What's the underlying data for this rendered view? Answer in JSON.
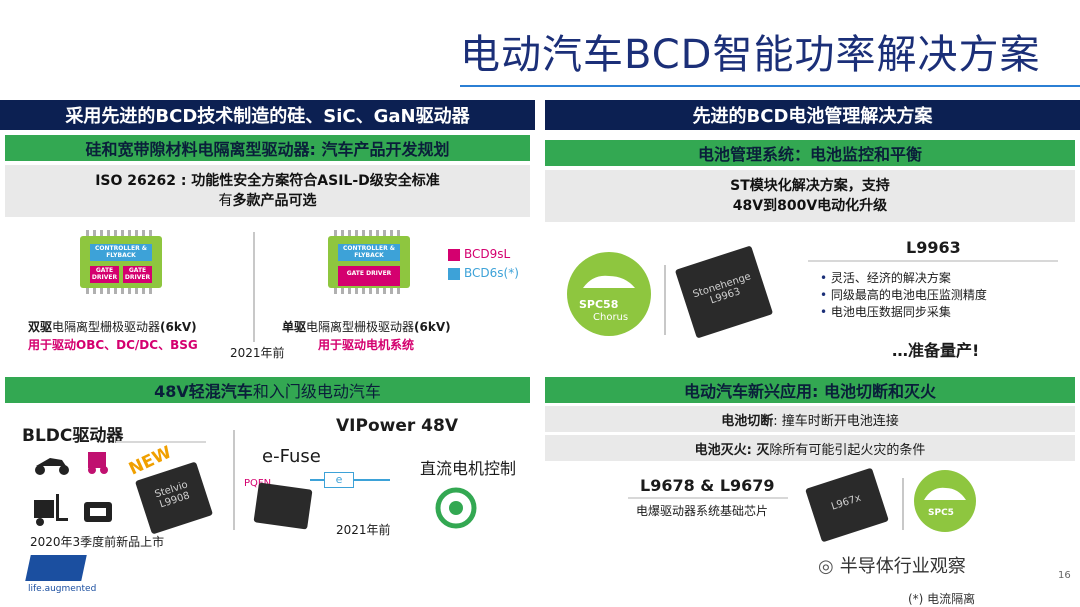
{
  "title": "电动汽车BCD智能功率解决方案",
  "left": {
    "header": "采用先进的BCD技术制造的硅、SiC、GaN驱动器",
    "sub1": "硅和宽带隙材料电隔离型驱动器: 汽车产品开发规划",
    "iso_line1": "ISO 26262 : 功能性安全方案符合ASIL-D级安全标准",
    "iso_line2_a": "有",
    "iso_line2_b": "多款产品可选",
    "chip_ctrl": "CONTROLLER & FLYBACK",
    "chip_gate": "GATE DRIVER",
    "legend1": "BCD9sL",
    "legend2": "BCD6s(*)",
    "dual_a": "双驱",
    "dual_b": "电隔离型栅极驱动器",
    "dual_c": "(6kV)",
    "dual_use": "用于驱动OBC、DC/DC、BSG",
    "single_a": "单驱",
    "single_b": "电隔离型栅极驱动器",
    "single_c": "(6kV)",
    "single_use": "用于驱动电机系统",
    "year1": "2021年前",
    "sub2_a": "48V轻混汽车",
    "sub2_b": "和入门级电动汽车",
    "bldc": "BLDC驱动器",
    "new": "NEW",
    "chip_steva": "Stelvio L9908",
    "vipower": "VIPower 48V",
    "efuse": "e-Fuse",
    "pqfn": "PQFN",
    "e_label": "e",
    "dc_motor": "直流电机控制",
    "year2": "2021年前",
    "q3": "2020年3季度前新品上市",
    "logo_tag": "life.augmented"
  },
  "right": {
    "header": "先进的BCD电池管理解决方案",
    "sub1": "电池管理系统：电池监控和平衡",
    "st_line1": "ST模块化解决方案，支持",
    "st_line2": "48V到800V电动化升级",
    "spc58": "SPC58",
    "chorus": "Chorus",
    "chip1": "Stonehenge L9963",
    "part": "L9963",
    "bullets": [
      "灵活、经济的解决方案",
      "同级最高的电池电压监测精度",
      "电池电压数据同步采集"
    ],
    "ready": "…准备量产!",
    "sub2": "电动汽车新兴应用: 电池切断和灭火",
    "cut_a": "电池切断",
    "cut_b": ": 撞车时断开电池连接",
    "fire_a": "电池灭火: 灭",
    "fire_b": "除所有可能引起火灾的条件",
    "parts2": "L9678 & L9679",
    "parts2_desc": "电爆驱动器系统基础芯片",
    "chip2": "L967x",
    "spc5": "SPC5"
  },
  "watermark": "半导体行业观察",
  "page_num": "16",
  "footnote": "(*) 电流隔离",
  "colors": {
    "navy": "#0c2052",
    "green": "#33a852",
    "magenta": "#d4006f",
    "blue": "#3da2d8",
    "lime": "#8ec63f"
  }
}
